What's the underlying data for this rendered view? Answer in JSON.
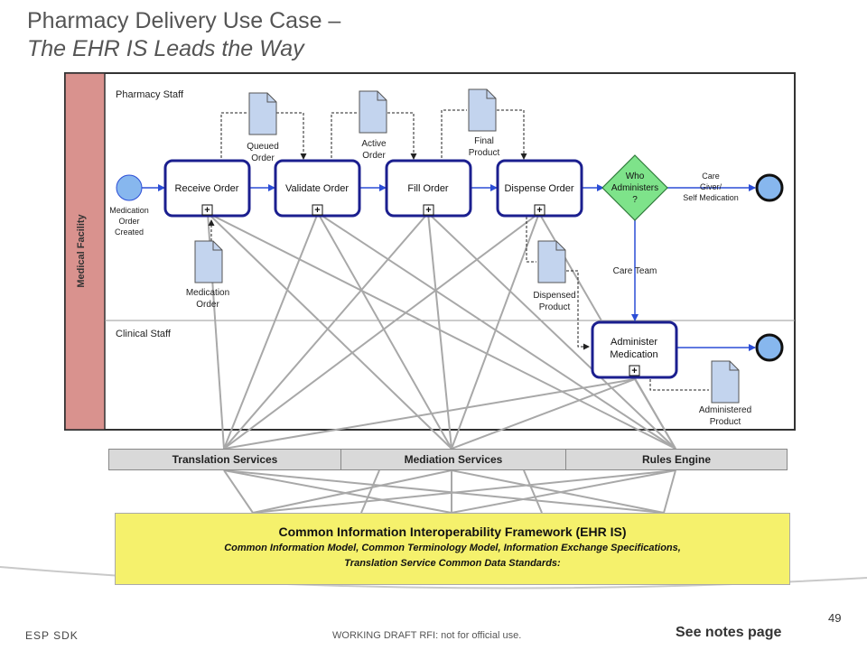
{
  "slide": {
    "title_line1": "Pharmacy Delivery Use Case –",
    "title_line2": "The EHR IS Leads the Way",
    "page_number": "49",
    "footer_left": "ESP SDK",
    "footer_mid": "WORKING DRAFT RFI: not for official use.",
    "footer_notes": "See notes page"
  },
  "pool": {
    "label": "Medical Facility"
  },
  "lanes": {
    "pharmacy": "Pharmacy Staff",
    "clinical": "Clinical Staff"
  },
  "tasks": {
    "receive": "Receive Order",
    "validate": "Validate Order",
    "fill": "Fill  Order",
    "dispense": "Dispense Order",
    "administer_1": "Administer",
    "administer_2": "Medication"
  },
  "gateway": {
    "line1": "Who",
    "line2": "Administers",
    "line3": "?"
  },
  "start_event": {
    "line1": "Medication",
    "line2": "Order",
    "line3": "Created"
  },
  "flows": {
    "care_team": "Care Team",
    "care_giver_1": "Care",
    "care_giver_2": "Giver/",
    "care_giver_3": "Self Medication"
  },
  "documents": {
    "queued_1": "Queued",
    "queued_2": "Order",
    "active_1": "Active",
    "active_2": "Order",
    "final_1": "Final",
    "final_2": "Product",
    "medorder_1": "Medication",
    "medorder_2": "Order",
    "dispensed_1": "Dispensed",
    "dispensed_2": "Product",
    "administered_1": "Administered",
    "administered_2": "Product"
  },
  "services": {
    "translation": "Translation Services",
    "mediation": "Mediation Services",
    "rules": "Rules Engine"
  },
  "framework": {
    "title": "Common Information Interoperability Framework (EHR IS)",
    "sub_line1": "Common Information Model, Common Terminology Model, Information Exchange Specifications,",
    "sub_line2": "Translation Service Common Data Standards:"
  }
}
